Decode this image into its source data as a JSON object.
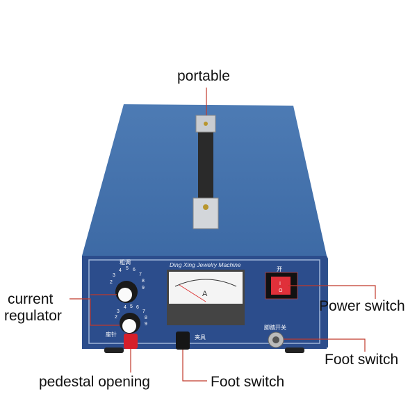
{
  "callouts": {
    "portable": "portable",
    "current_regulator_line1": "current",
    "current_regulator_line2": "regulator",
    "power_switch": "Power switch",
    "foot_switch_right": "Foot switch",
    "pedestal_opening": "pedestal opening",
    "foot_switch_bottom": "Foot switch"
  },
  "panel": {
    "brand": "Ding Xing Jewelry Machine",
    "coarse_label": "粗调",
    "power_on_label": "开",
    "foot_pedal_label": "脚踏开关",
    "clamp_label": "夹具",
    "seat_pin_label": "座针",
    "meter_unit": "A",
    "switch_symbols": [
      "I",
      "O"
    ],
    "dial_numbers_top": [
      "2",
      "3",
      "4",
      "5",
      "6",
      "7",
      "8",
      "9"
    ],
    "dial_numbers_bottom": [
      "2",
      "3",
      "4",
      "5",
      "6",
      "7",
      "8",
      "9"
    ]
  },
  "colors": {
    "body_blue": "#3f6fa8",
    "panel_blue": "#2c4d8c",
    "callout_line": "#c0392b",
    "switch_red": "#e0303a"
  }
}
